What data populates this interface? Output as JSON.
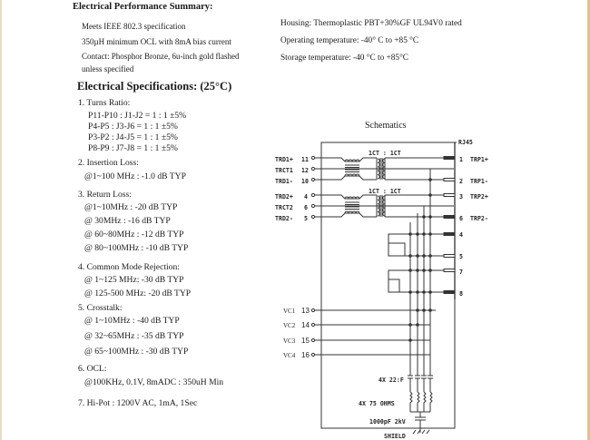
{
  "performance_summary": {
    "title": "Electrical Performance Summary:",
    "left_items": [
      "Meets IEEE 802.3 specification",
      "350µH minimum OCL   with 8mA bias current",
      "Contact: Phosphor Bronze, 6u-inch gold flashed",
      "unless specified"
    ],
    "right_items": [
      "Housing:   Thermoplastic PBT+30%GF UL94V0 rated",
      "Operating temperature: -40° C to +85 °C",
      "Storage temperature: -40 °C to +85°C"
    ]
  },
  "electrical_specs": {
    "title": "Electrical Specifications: (25°C)",
    "sections": [
      {
        "heading": "1. Turns Ratio:",
        "lines": [
          "P11-P10 : J1-J2 = 1 : 1 ±5%",
          "P4-P5 : J3-J6 = 1 : 1 ±5%",
          "P3-P2 : J4-J5 = 1 : 1 ±5%",
          "P8-P9 : J7-J8 = 1 : 1 ±5%"
        ]
      },
      {
        "heading": "2. Insertion Loss:",
        "lines": [
          "@1~100 MHz : -1.0 dB TYP"
        ]
      },
      {
        "heading": "3. Return Loss:",
        "lines": [
          "@1~10MHz :  -20 dB TYP",
          "@ 30MHz :  -16 dB TYP",
          "@ 60~80MHz : -12 dB TYP",
          "@ 80~100MHz : -10 dB TYP"
        ]
      },
      {
        "heading": "4. Common Mode Rejection:",
        "lines": [
          "@ 1~125 MHz: -30 dB TYP",
          "@ 125-500 MHz: -20 dB TYP"
        ]
      },
      {
        "heading": "5. Crosstalk:",
        "lines": [
          "@ 1~10MHz : -40 dB TYP",
          "@ 32~65MHz : -35 dB TYP",
          "@ 65~100MHz : -30 dB TYP"
        ]
      },
      {
        "heading": "6. OCL:",
        "lines": [
          "@100KHz, 0.1V, 8mADC : 350uH Min"
        ]
      },
      {
        "heading": "7. Hi-Pot : 1200V AC, 1mA, 1Sec",
        "lines": []
      }
    ]
  },
  "schematic": {
    "title": "Schematics",
    "connector_label": "RJ45",
    "ratio_label": "1CT : 1CT",
    "left_pins": [
      {
        "name": "TRD1+",
        "num": "11"
      },
      {
        "name": "TRCT1",
        "num": "12"
      },
      {
        "name": "TRD1-",
        "num": "10"
      },
      {
        "name": "TRD2+",
        "num": "4"
      },
      {
        "name": "TRCT2",
        "num": "6"
      },
      {
        "name": "TRD2-",
        "num": "5"
      }
    ],
    "vc_pins": [
      {
        "name": "VC1",
        "num": "13"
      },
      {
        "name": "VC2",
        "num": "14"
      },
      {
        "name": "VC3",
        "num": "15"
      },
      {
        "name": "VC4",
        "num": "16"
      }
    ],
    "rj45_pins": [
      {
        "num": "1",
        "name": "TRP1+"
      },
      {
        "num": "2",
        "name": "TRP1-"
      },
      {
        "num": "3",
        "name": "TRP2+"
      },
      {
        "num": "6",
        "name": "TRP2-"
      },
      {
        "num": "4",
        "name": ""
      },
      {
        "num": "5",
        "name": ""
      },
      {
        "num": "7",
        "name": ""
      },
      {
        "num": "8",
        "name": ""
      }
    ],
    "cap_label": "4X 22:F",
    "resistor_label": "4X  75  OHMS",
    "hv_cap_label": "1000pF  2kV",
    "shield_label": "SHIELD"
  }
}
